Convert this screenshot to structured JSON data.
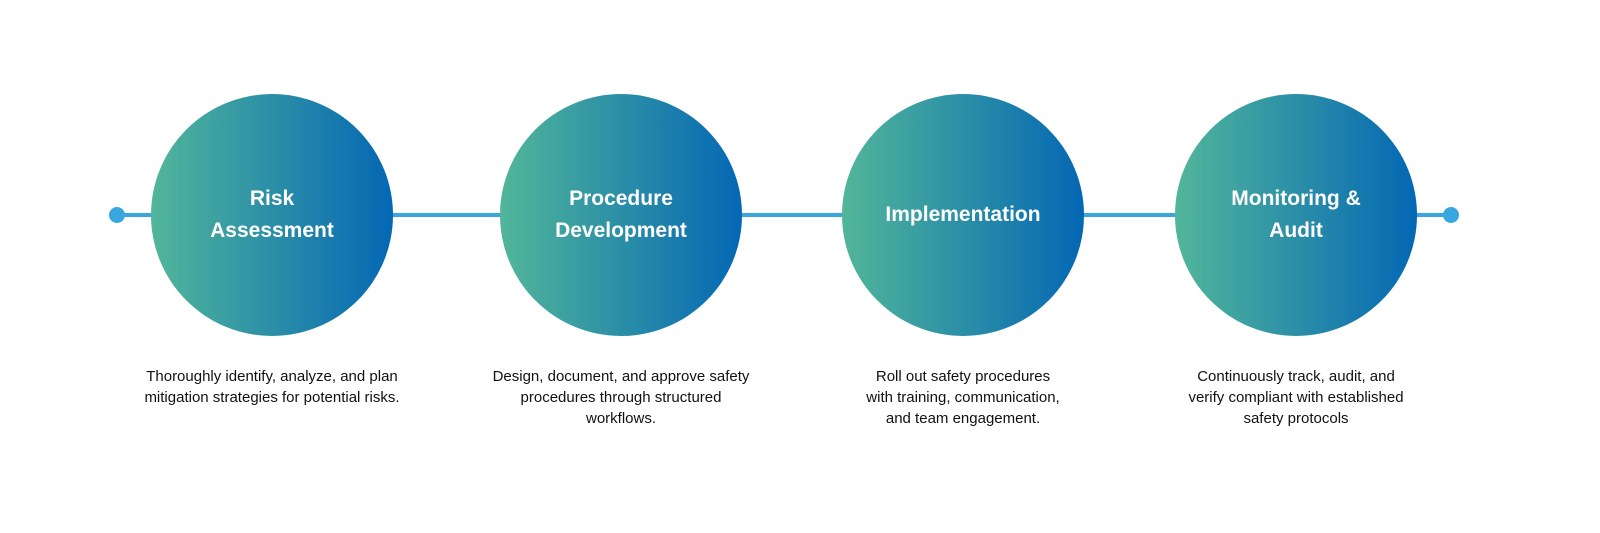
{
  "colors": {
    "line": "#3aa6e0",
    "gradient_start": "#52b69a",
    "gradient_end": "#0467b4"
  },
  "steps": [
    {
      "title": "Risk Assessment",
      "description": "Thoroughly identify, analyze, and plan mitigation strategies for potential risks."
    },
    {
      "title": "Procedure Development",
      "description": "Design, document, and approve safety procedures through structured workflows."
    },
    {
      "title": "Implementation",
      "description": "Roll out safety procedures with training, communication, and team engagement."
    },
    {
      "title": "Monitoring & Audit",
      "description": "Continuously track, audit, and verify compliant with established safety protocols"
    }
  ]
}
